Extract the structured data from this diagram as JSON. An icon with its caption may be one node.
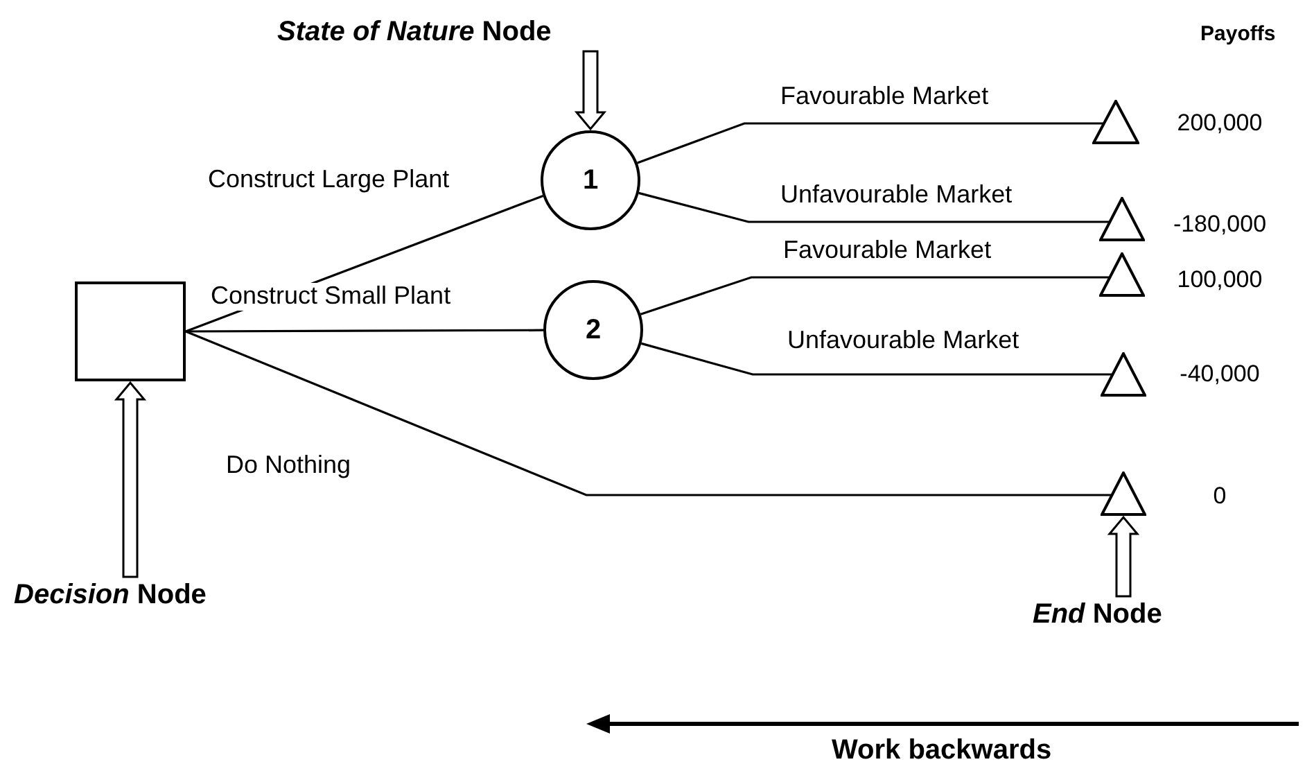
{
  "diagram": {
    "nodes": [
      {
        "text": [],
        "shape": "box"
      },
      {
        "text": [
          "1"
        ]
      },
      {
        "text": [
          "2"
        ]
      },
      {
        "text": [],
        "shape": "triangle",
        "beside": [
          "200,000"
        ]
      },
      {
        "text": [],
        "shape": "triangle",
        "beside": [
          "-180,000"
        ]
      },
      {
        "text": [],
        "shape": "triangle",
        "beside": [
          "100,000"
        ]
      },
      {
        "text": [],
        "shape": "triangle",
        "beside": [
          "-40,000"
        ]
      },
      {
        "text": [],
        "shape": "triangle",
        "beside": [
          "0"
        ]
      },
      {
        "text": [
          "*State of Nature* Node"
        ]
      },
      {
        "text": [
          "*Decision* Node"
        ]
      },
      {
        "text": [
          "*End* Node"
        ]
      }
    ],
    "edges": [
      {
        "from": 0,
        "to": 1,
        "arrow": "none",
        "label": "Construct Large Plant"
      },
      {
        "from": 0,
        "to": 2,
        "arrow": "none",
        "label": "Construct Small Plant"
      },
      {
        "from": 0,
        "to": 7,
        "arrow": "none",
        "label": "Do Nothing"
      },
      {
        "from": 1,
        "to": 3,
        "arrow": "none",
        "label": "Favourable Market"
      },
      {
        "from": 1,
        "to": 4,
        "arrow": "none",
        "label": "Unfavourable Market"
      },
      {
        "from": 2,
        "to": 5,
        "arrow": "none",
        "label": "Favourable Market"
      },
      {
        "from": 2,
        "to": 6,
        "arrow": "none",
        "label": "Unfavourable Market"
      },
      {
        "from": 8,
        "to": 1,
        "arrow": "to",
        "style": "thick"
      },
      {
        "from": 9,
        "to": 0,
        "arrow": "to",
        "style": "thick"
      },
      {
        "from": 10,
        "to": 7,
        "arrow": "to",
        "style": "thick"
      }
    ],
    "labels": [
      "Payoffs",
      "Work backwards"
    ]
  }
}
